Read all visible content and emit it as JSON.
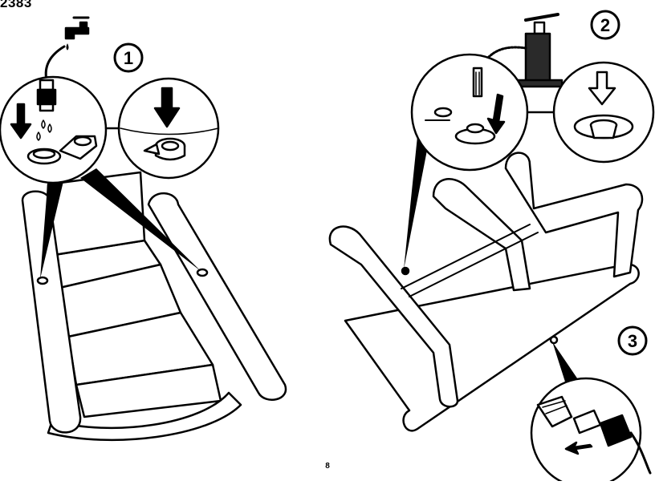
{
  "document": {
    "model_number": "2383",
    "page_number": "8"
  },
  "steps": [
    {
      "label": "1",
      "action": "fill-with-water"
    },
    {
      "label": "2",
      "action": "inflate-with-pump"
    },
    {
      "label": "3",
      "action": "connect-hose"
    }
  ],
  "colors": {
    "line": "#000000",
    "background": "#ffffff",
    "pump_body": "#2a2a2a"
  }
}
